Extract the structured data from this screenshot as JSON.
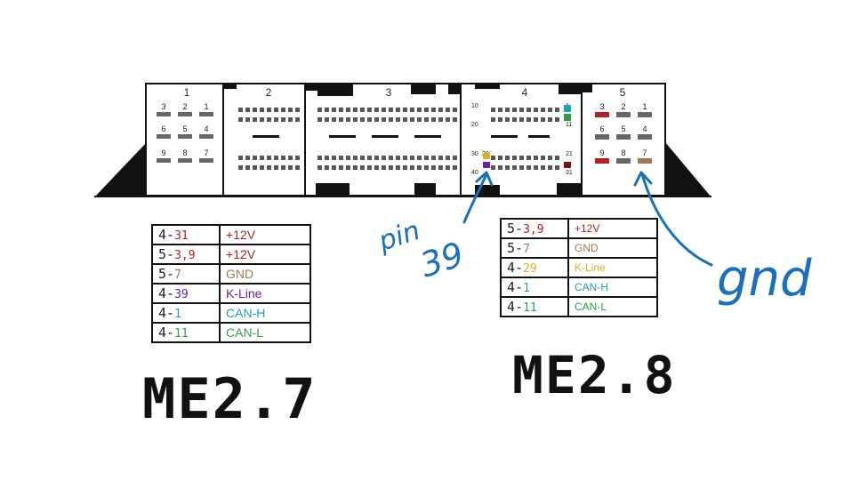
{
  "connector": {
    "sections": [
      {
        "label": "1",
        "pins": [
          "3",
          "2",
          "1",
          "6",
          "5",
          "4",
          "9",
          "8",
          "7"
        ]
      },
      {
        "label": "2"
      },
      {
        "label": "3"
      },
      {
        "label": "4",
        "pin_labels": [
          "10",
          "1",
          "20",
          "11",
          "30",
          "29",
          "21",
          "40",
          "31"
        ]
      },
      {
        "label": "5",
        "pins": [
          "3",
          "2",
          "1",
          "6",
          "5",
          "4",
          "9",
          "8",
          "7"
        ]
      }
    ]
  },
  "tables": {
    "me27": {
      "rows": [
        {
          "conn": "4-",
          "pin": "31",
          "signal": "+12V",
          "pin_color": "#b22222",
          "signal_color": "#b22222"
        },
        {
          "conn": "5-",
          "pin": "3,9",
          "signal": "+12V",
          "pin_color": "#b22222",
          "signal_color": "#b22222"
        },
        {
          "conn": "5-",
          "pin": "7",
          "signal": "GND",
          "pin_color": "#a0785a",
          "signal_color": "#a0785a"
        },
        {
          "conn": "4-",
          "pin": "39",
          "signal": "K-Line",
          "pin_color": "#6a1fa8",
          "signal_color": "#6a1fa8"
        },
        {
          "conn": "4-",
          "pin": "1",
          "signal": "CAN-H",
          "pin_color": "#1f9fb8",
          "signal_color": "#1f9fb8"
        },
        {
          "conn": "4-",
          "pin": "11",
          "signal": "CAN-L",
          "pin_color": "#2e9e4e",
          "signal_color": "#2e9e4e"
        }
      ]
    },
    "me28": {
      "rows": [
        {
          "conn": "5-",
          "pin": "3,9",
          "signal": "+12V",
          "pin_color": "#b22222",
          "signal_color": "#b22222"
        },
        {
          "conn": "5-",
          "pin": "7",
          "signal": "GND",
          "pin_color": "#a0785a",
          "signal_color": "#a0785a"
        },
        {
          "conn": "4-",
          "pin": "29",
          "signal": "K-Line",
          "pin_color": "#e0b020",
          "signal_color": "#e0b020"
        },
        {
          "conn": "4-",
          "pin": "1",
          "signal": "CAN-H",
          "pin_color": "#1f9fb8",
          "signal_color": "#1f9fb8"
        },
        {
          "conn": "4-",
          "pin": "11",
          "signal": "CAN-L",
          "pin_color": "#2e9e4e",
          "signal_color": "#2e9e4e"
        }
      ]
    }
  },
  "labels": {
    "me27": "ME2.7",
    "me28": "ME2.8"
  },
  "annotations": {
    "pin39_line1": "pin",
    "pin39_line2": "39",
    "gnd": "gnd",
    "ink_color": "#1a6fc0"
  },
  "colors": {
    "red_pin": "#b22222",
    "purple_pin": "#6a1fa8",
    "yellow_pin": "#e0b020",
    "dark_red_pin": "#7a1010",
    "cyan_pin": "#1f9fb8",
    "green_pin": "#2e9e4e",
    "brown_pin": "#a0785a",
    "gray_pin": "#666666"
  }
}
